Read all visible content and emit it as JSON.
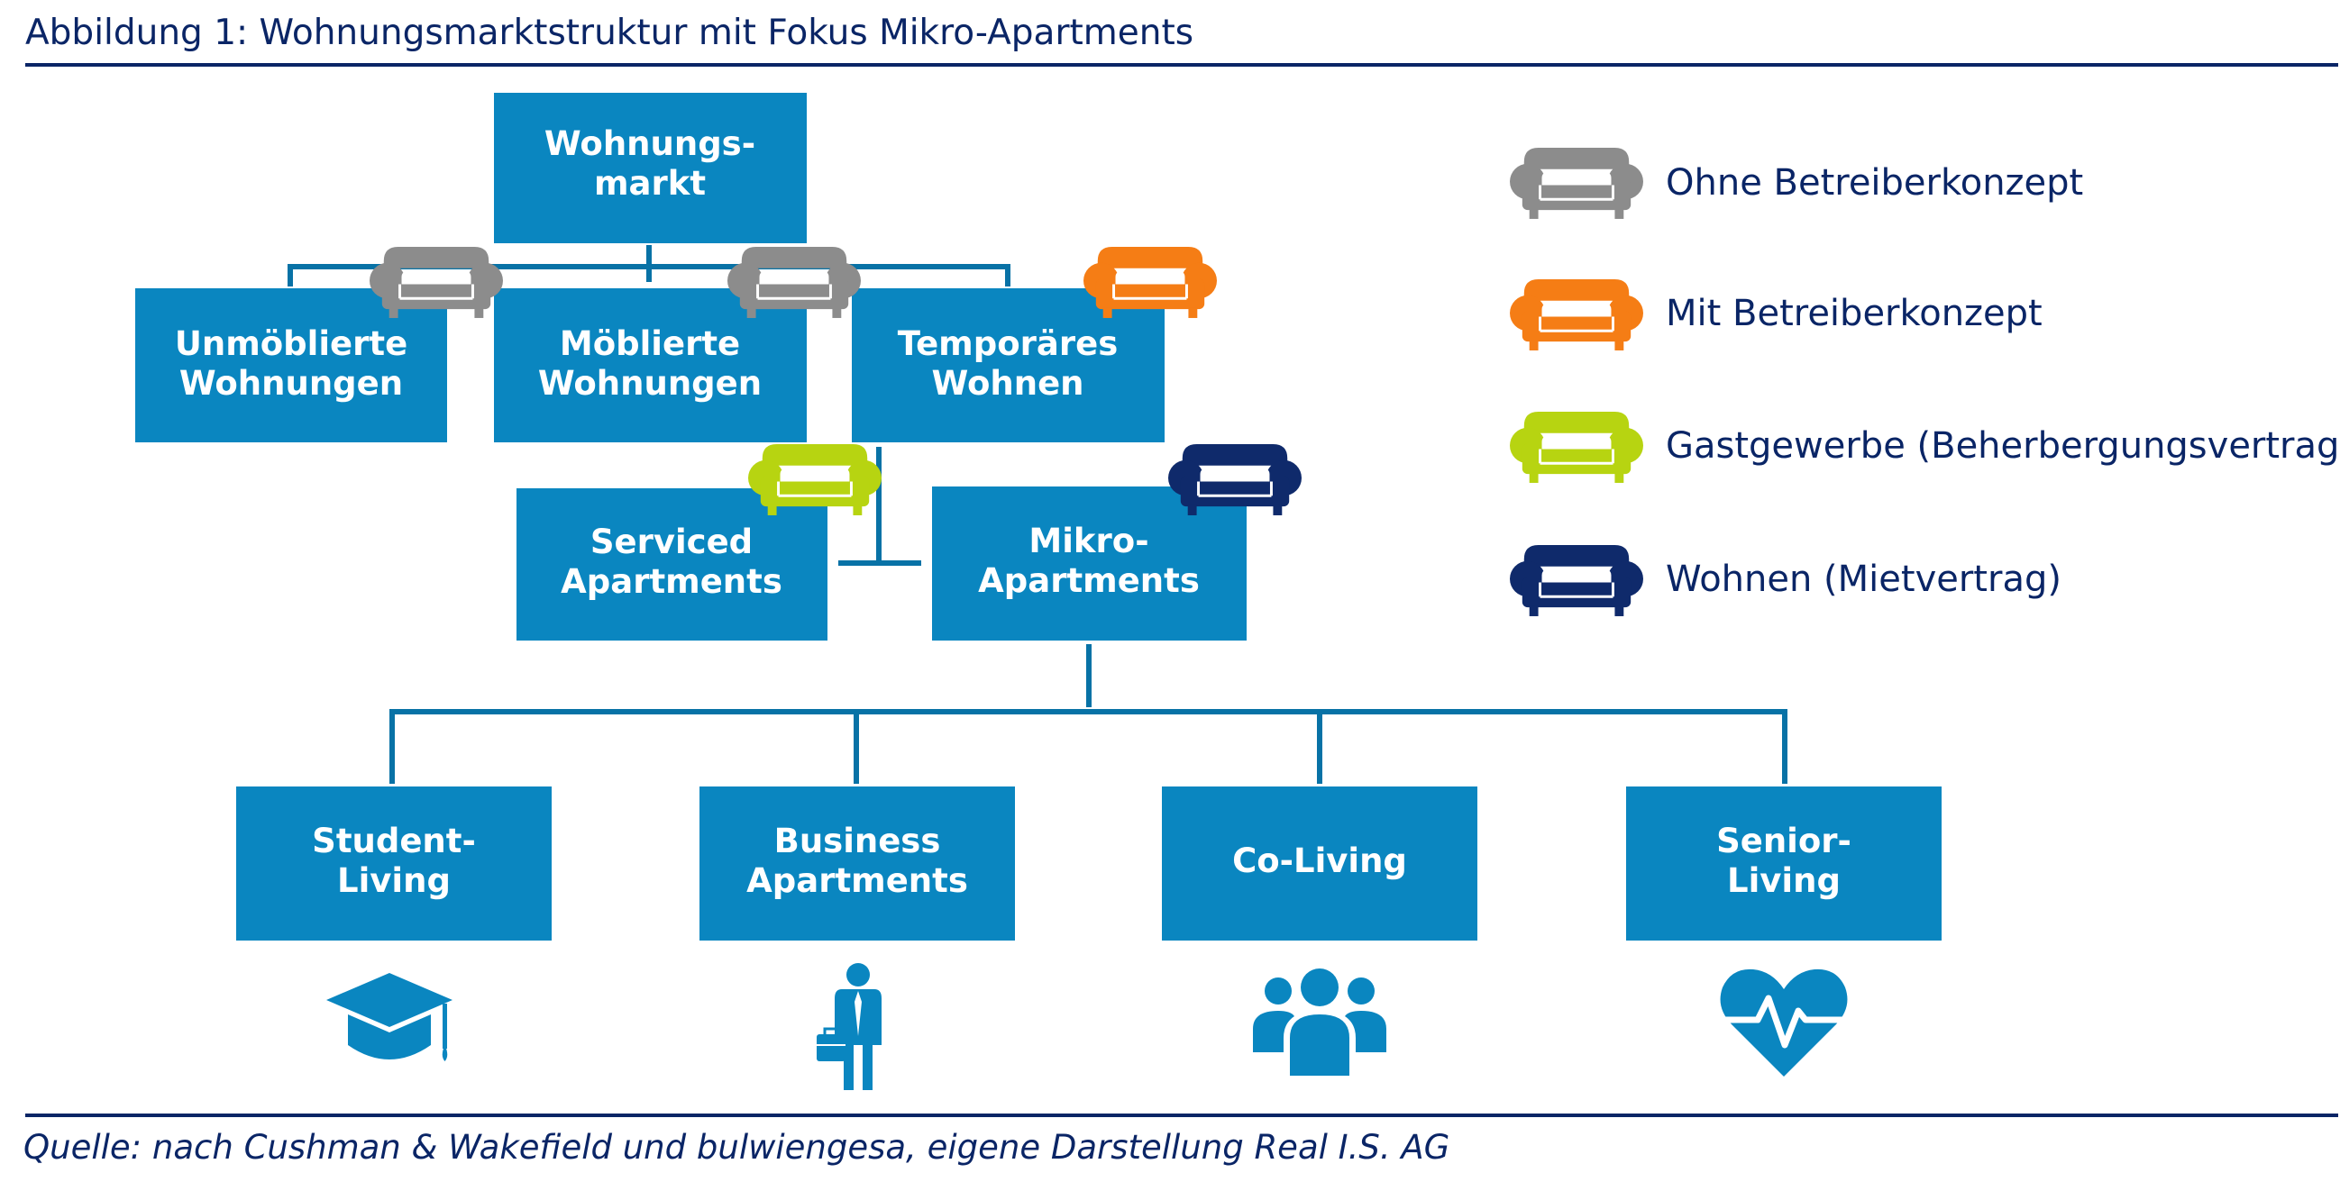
{
  "title": "Abbildung 1: Wohnungsmarktstruktur mit Fokus Mikro-Apartments",
  "source": "Quelle: nach Cushman & Wakefield und bulwiengesa, eigene Darstellung Real I.S. AG",
  "colors": {
    "box": "#0a86c0",
    "line": "#0872a6",
    "navy": "#0a2566",
    "sofa_gray": "#8c8c8c",
    "sofa_orange": "#f57d15",
    "sofa_lime": "#b7d411",
    "sofa_navy": "#0f2a6b"
  },
  "nodes": {
    "root": [
      "Wohnungs-",
      "markt"
    ],
    "unmoeblierte": [
      "Unmöblierte",
      "Wohnungen"
    ],
    "moeblierte": [
      "Möblierte",
      "Wohnungen"
    ],
    "temporaeres": [
      "Temporäres",
      "Wohnen"
    ],
    "serviced": [
      "Serviced",
      "Apartments"
    ],
    "mikro": [
      "Mikro-",
      "Apartments"
    ],
    "student": [
      "Student-",
      "Living"
    ],
    "business": [
      "Business",
      "Apartments"
    ],
    "coliving": [
      "Co-Living"
    ],
    "senior": [
      "Senior-",
      "Living"
    ]
  },
  "legend": [
    {
      "label": "Ohne Betreiberkonzept",
      "color": "#8c8c8c"
    },
    {
      "label": "Mit Betreiberkonzept",
      "color": "#f57d15"
    },
    {
      "label": "Gastgewerbe (Beherbergungsvertrag)",
      "color": "#b7d411"
    },
    {
      "label": "Wohnen (Mietvertrag)",
      "color": "#0f2a6b"
    }
  ],
  "icons": {
    "student": "graduation-cap-icon",
    "business": "businessman-icon",
    "coliving": "group-icon",
    "senior": "heart-pulse-icon"
  }
}
